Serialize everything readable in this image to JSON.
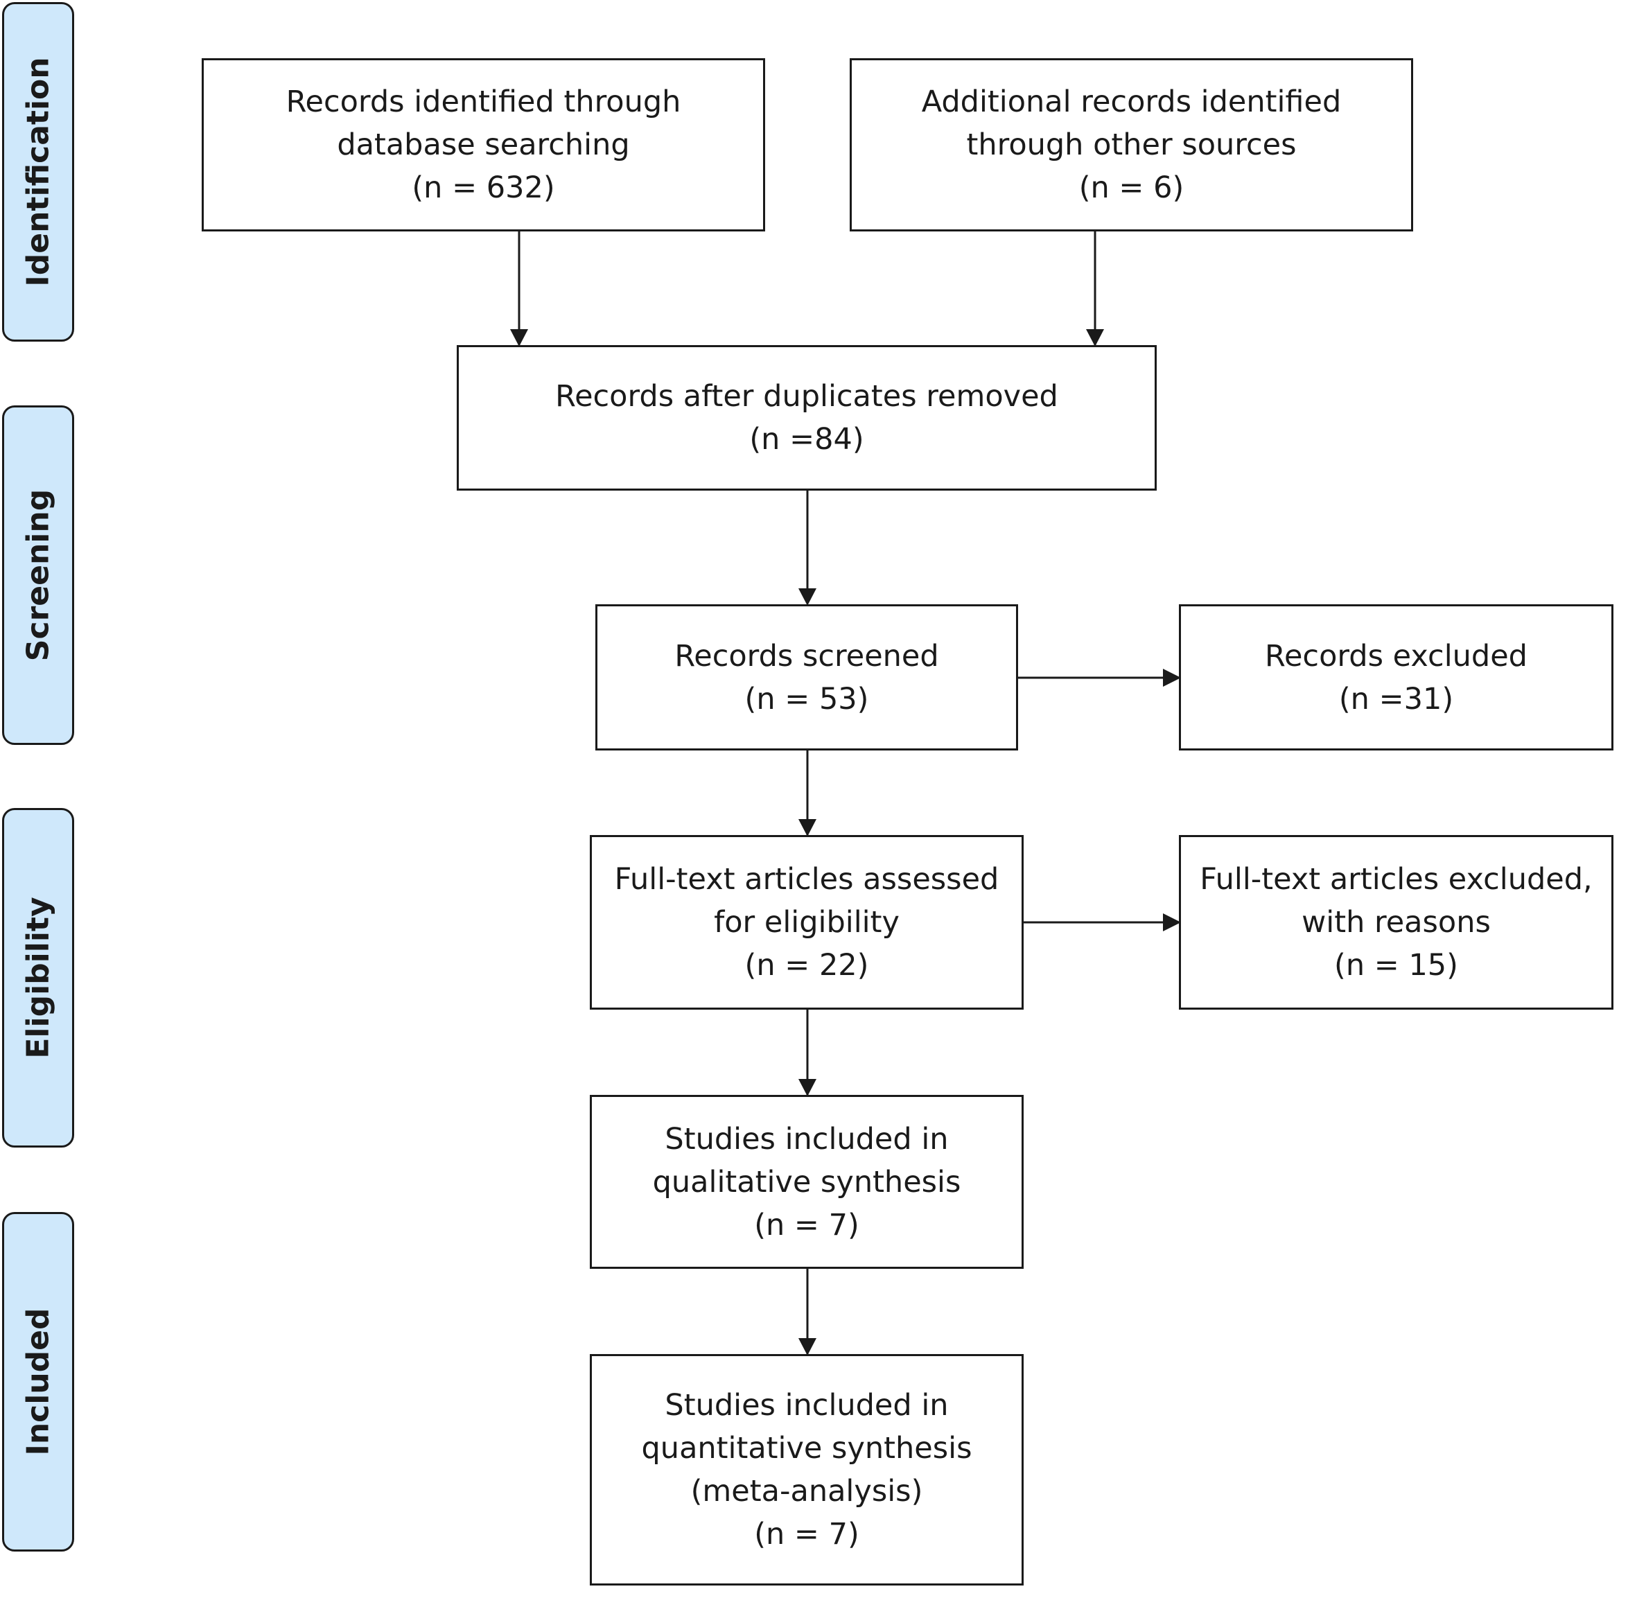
{
  "phases": [
    {
      "id": "identification",
      "label": "Identification"
    },
    {
      "id": "screening",
      "label": "Screening"
    },
    {
      "id": "eligibility",
      "label": "Eligibility"
    },
    {
      "id": "included",
      "label": "Included"
    }
  ],
  "boxes": {
    "db_search": {
      "lines": [
        "Records identified through",
        "database searching",
        "(n = 632)"
      ]
    },
    "other_sources": {
      "lines": [
        "Additional records identified",
        "through other sources",
        "(n = 6)"
      ]
    },
    "after_duplicates": {
      "lines": [
        "Records after duplicates removed",
        "(n =84)"
      ]
    },
    "screened": {
      "lines": [
        "Records screened",
        "(n = 53)"
      ]
    },
    "excluded": {
      "lines": [
        "Records excluded",
        "(n =31)"
      ]
    },
    "fulltext_assessed": {
      "lines": [
        "Full-text articles assessed",
        "for eligibility",
        "(n = 22)"
      ]
    },
    "fulltext_excluded": {
      "lines": [
        "Full-text articles excluded,",
        "with reasons",
        "(n = 15)"
      ]
    },
    "qualitative": {
      "lines": [
        "Studies included in",
        "qualitative synthesis",
        "(n = 7)"
      ]
    },
    "quantitative": {
      "lines": [
        "Studies included in",
        "quantitative synthesis",
        "(meta-analysis)",
        "(n = 7)"
      ]
    }
  },
  "colors": {
    "phase_fill": "#cfe8fb",
    "stroke": "#1a1a1a"
  }
}
